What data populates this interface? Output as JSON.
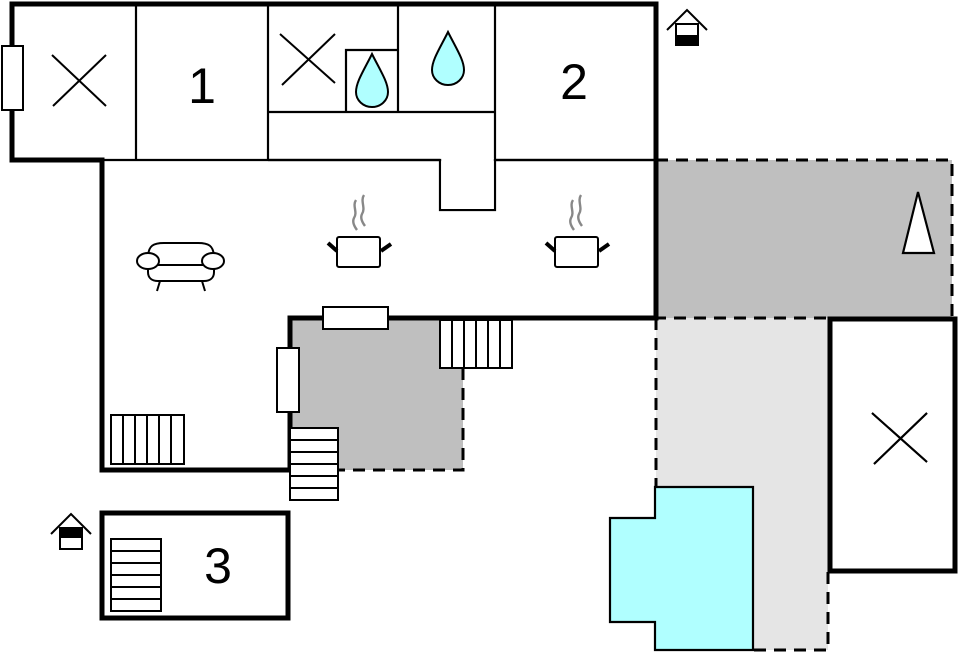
{
  "plan": {
    "rooms": [
      {
        "id": "bedroom-1",
        "label": "1"
      },
      {
        "id": "bedroom-2",
        "label": "2"
      },
      {
        "id": "bedroom-3",
        "label": "3"
      }
    ],
    "icons": {
      "bed": "x-mark-icon",
      "water": "water-drop-icon",
      "sofa": "sofa-icon",
      "kitchen": "cooking-pot-icon",
      "stairs": "stairs-icon",
      "entrance": "house-entrance-icon",
      "tent": "tent-icon"
    }
  },
  "colors": {
    "wall": "#000000",
    "terrace": "#bfbfbf",
    "garden": "#e5e5e5",
    "pool": "#b0ffff",
    "water_drop": "#b0ffff",
    "steam": "#888888"
  }
}
